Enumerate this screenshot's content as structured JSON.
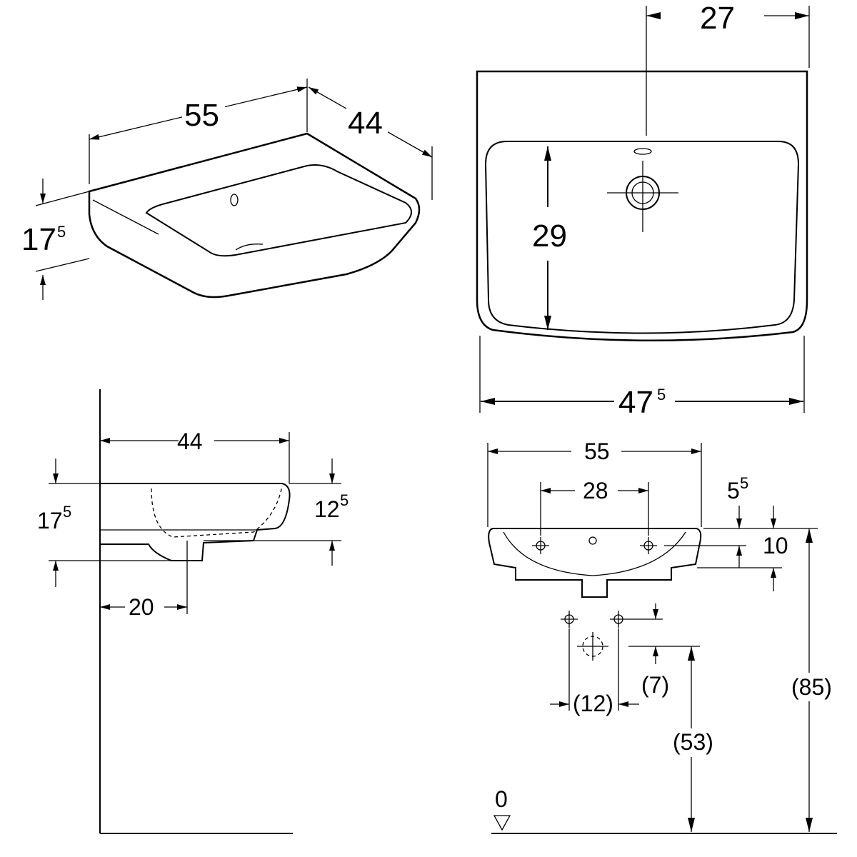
{
  "iso_view": {
    "width": "55",
    "depth": "44",
    "height_main": "17",
    "height_sup": "5"
  },
  "plan_view": {
    "tap_offset": "27",
    "bowl_depth": "29",
    "width_main": "47",
    "width_sup": "5"
  },
  "side_view": {
    "depth": "44",
    "height_main": "17",
    "height_sup": "5",
    "rim_main": "12",
    "rim_sup": "5",
    "waste_offset": "20"
  },
  "front_view": {
    "width": "55",
    "tap_spacing": "28",
    "rim_main": "5",
    "rim_sup": "5",
    "bowl_height": "10",
    "supply_spacing": "(12)",
    "supply_rise": "(7)",
    "waste_height": "(53)",
    "rim_height": "(85)",
    "floor_level": "0"
  }
}
